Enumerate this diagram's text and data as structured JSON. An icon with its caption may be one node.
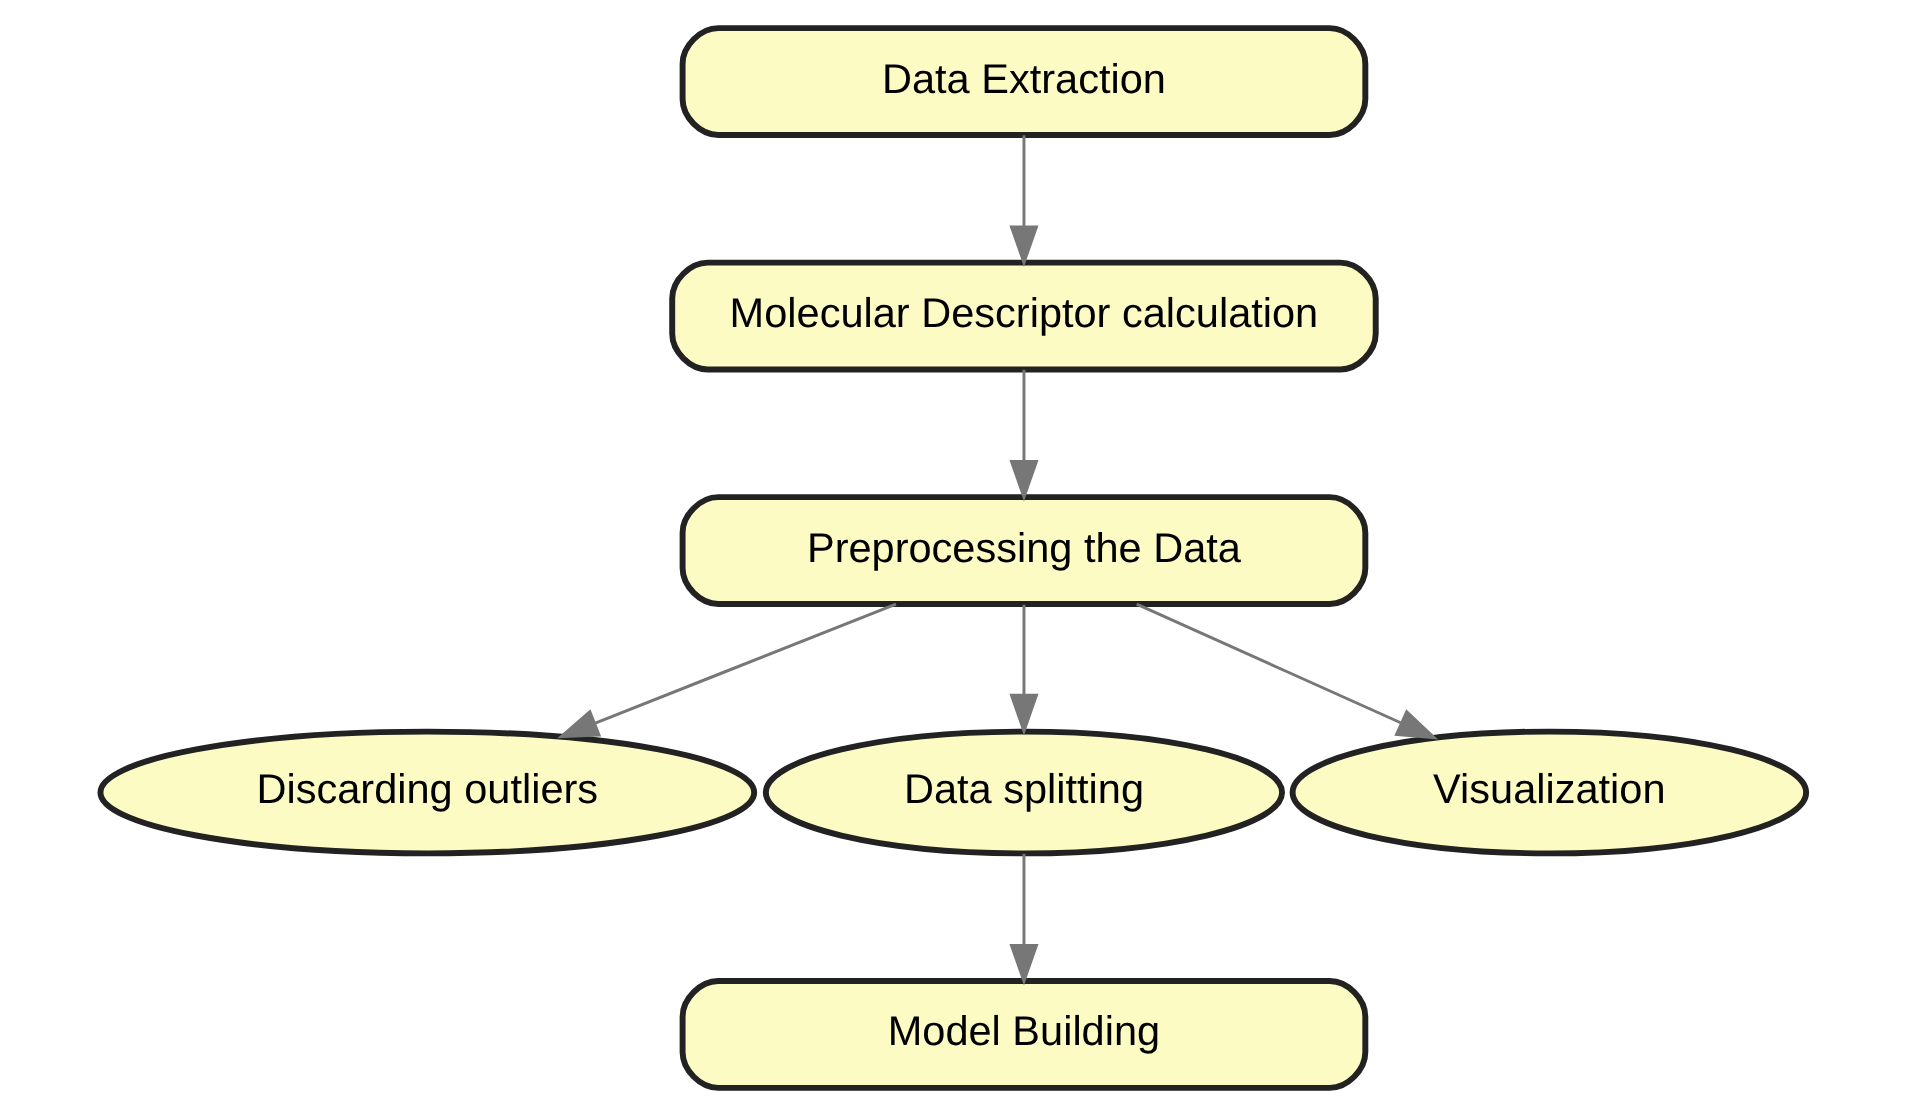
{
  "diagram": {
    "nodes": [
      {
        "text": [
          "Data Extraction"
        ]
      },
      {
        "text": [
          "Molecular Descriptor calculation"
        ]
      },
      {
        "text": [
          "Preprocessing the Data"
        ]
      },
      {
        "text": [
          "Discarding outliers"
        ]
      },
      {
        "text": [
          "Data splitting"
        ]
      },
      {
        "text": [
          "Visualization"
        ]
      },
      {
        "text": [
          "Model Building"
        ]
      }
    ],
    "edges": [
      {
        "from": 0,
        "to": 1,
        "arrow": "to"
      },
      {
        "from": 1,
        "to": 2,
        "arrow": "to"
      },
      {
        "from": 2,
        "to": 3,
        "arrow": "to"
      },
      {
        "from": 2,
        "to": 4,
        "arrow": "to"
      },
      {
        "from": 2,
        "to": 5,
        "arrow": "to"
      },
      {
        "from": 4,
        "to": 6,
        "arrow": "to"
      }
    ]
  }
}
